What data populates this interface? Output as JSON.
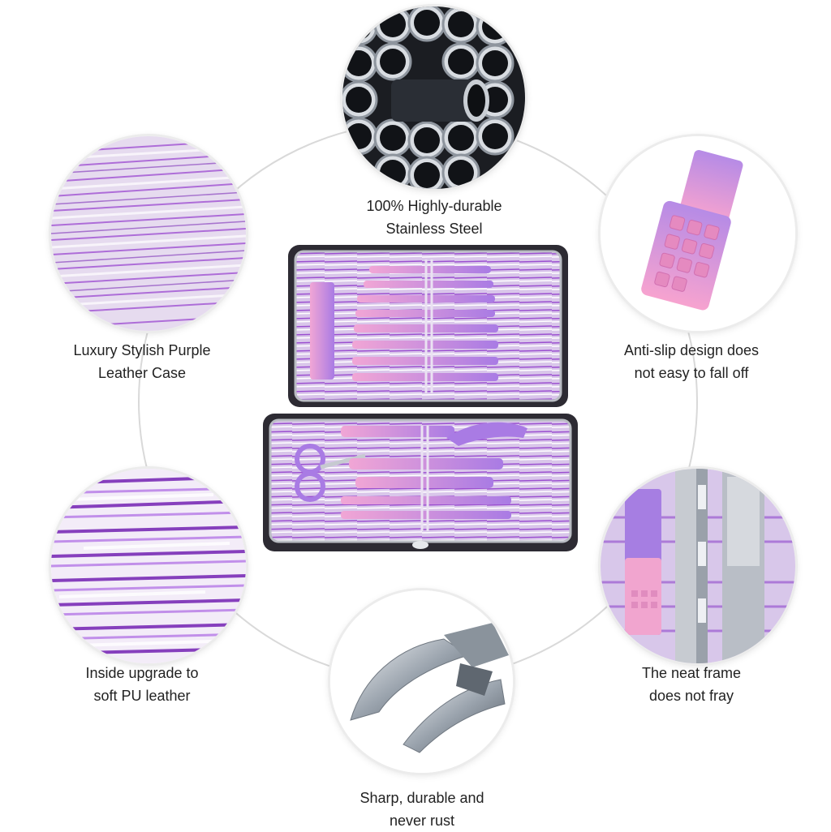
{
  "features": {
    "steel": {
      "line1": "100% Highly-durable",
      "line2": "Stainless Steel"
    },
    "case": {
      "line1": "Luxury Stylish Purple",
      "line2": "Leather Case"
    },
    "antislip": {
      "line1": "Anti-slip design does",
      "line2": "not easy to fall off"
    },
    "lining": {
      "line1": "Inside upgrade to",
      "line2": "soft PU leather"
    },
    "frame": {
      "line1": "The neat frame",
      "line2": "does not fray"
    },
    "sharp": {
      "line1": "Sharp, durable and",
      "line2": "never rust"
    }
  },
  "colors": {
    "purple": "#9b4fd0",
    "pink": "#f0a6d8",
    "steel": "#9aa3ad",
    "ring": "#d9d9d9"
  }
}
